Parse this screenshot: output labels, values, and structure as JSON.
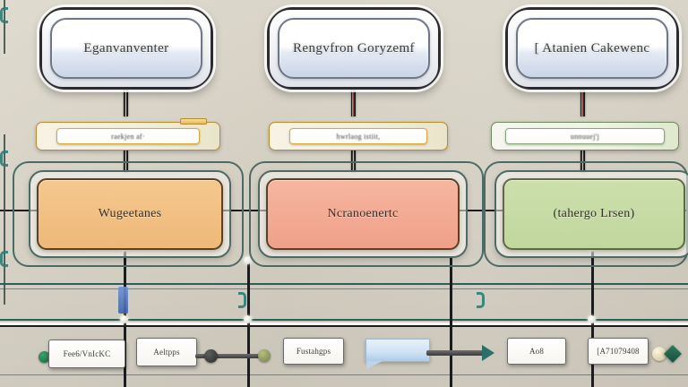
{
  "diagram": {
    "title_row": [
      {
        "label": "Eganvanventer"
      },
      {
        "label": "Rengvfron Goryzemf"
      },
      {
        "label": "[ Atanien Cakewenc"
      }
    ],
    "strip_row": [
      {
        "label": "raekjen af·"
      },
      {
        "label": "hwrlaog istiit,"
      },
      {
        "label": "unnuuej'j"
      }
    ],
    "process_row": [
      {
        "label": "Wugeetanes",
        "color": "#efb878"
      },
      {
        "label": "Ncranoenertc",
        "color": "#f0a089"
      },
      {
        "label": "(tahergo Lrsen)",
        "color": "#c0d79d"
      }
    ],
    "bottom_row": [
      {
        "label": "Fee6/VnIcKC"
      },
      {
        "label": "Aeltpps"
      },
      {
        "label": "Fustahgps"
      },
      {
        "label": "Ao8"
      },
      {
        "label": "[A71079408"
      }
    ],
    "palette": {
      "background": "#d8d3c6",
      "rail": "#1c1c1c",
      "teal": "#2d5f59",
      "amber": "#d9a93c",
      "green": "#87a878",
      "orange": "#efb878",
      "salmon": "#f0a089",
      "olive": "#c0d79d",
      "node_green": "#12693c",
      "arrow": "#2a6f6a"
    }
  }
}
